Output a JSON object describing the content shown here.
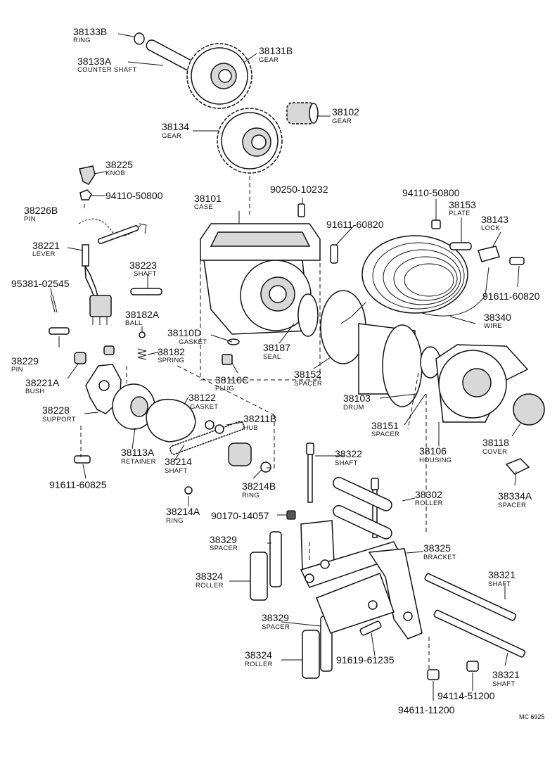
{
  "diagram_code": "MC 6925",
  "parts": [
    {
      "key": "p38133B",
      "number": "38133B",
      "label": "RING"
    },
    {
      "key": "p38133A",
      "number": "38133A",
      "label": "COUNTER SHAFT"
    },
    {
      "key": "p38131B",
      "number": "38131B",
      "label": "GEAR"
    },
    {
      "key": "p38134",
      "number": "38134",
      "label": "GEAR"
    },
    {
      "key": "p38102",
      "number": "38102",
      "label": "GEAR"
    },
    {
      "key": "p38225",
      "number": "38225",
      "label": "KNOB"
    },
    {
      "key": "p94110a",
      "number": "94110-50800",
      "label": ""
    },
    {
      "key": "p38226B",
      "number": "38226B",
      "label": "PIN"
    },
    {
      "key": "p38101",
      "number": "38101",
      "label": "CASE"
    },
    {
      "key": "p90250",
      "number": "90250-10232",
      "label": ""
    },
    {
      "key": "p94110b",
      "number": "94110-50800",
      "label": ""
    },
    {
      "key": "p38153",
      "number": "38153",
      "label": "PLATE"
    },
    {
      "key": "p91611a",
      "number": "91611-60820",
      "label": ""
    },
    {
      "key": "p38143",
      "number": "38143",
      "label": "LOCK"
    },
    {
      "key": "p38221",
      "number": "38221",
      "label": "LEVER"
    },
    {
      "key": "p38223",
      "number": "38223",
      "label": "SHAFT"
    },
    {
      "key": "p91611b",
      "number": "91611-60820",
      "label": ""
    },
    {
      "key": "p95381",
      "number": "95381-02545",
      "label": ""
    },
    {
      "key": "p38182A",
      "number": "38182A",
      "label": "BALL"
    },
    {
      "key": "p38340",
      "number": "38340",
      "label": "WIRE"
    },
    {
      "key": "p38110D",
      "number": "38110D",
      "label": "GASKET"
    },
    {
      "key": "p38229",
      "number": "38229",
      "label": "PIN"
    },
    {
      "key": "p38182",
      "number": "38182",
      "label": "SPRING"
    },
    {
      "key": "p38187",
      "number": "38187",
      "label": "SEAL"
    },
    {
      "key": "p38221A",
      "number": "38221A",
      "label": "BUSH"
    },
    {
      "key": "p38110C",
      "number": "38110C",
      "label": "PLUG"
    },
    {
      "key": "p38152",
      "number": "38152",
      "label": "SPACER"
    },
    {
      "key": "p38122",
      "number": "38122",
      "label": "GASKET"
    },
    {
      "key": "p38103",
      "number": "38103",
      "label": "DRUM"
    },
    {
      "key": "p38228",
      "number": "38228",
      "label": "SUPPORT"
    },
    {
      "key": "p38211B",
      "number": "38211B",
      "label": "HUB"
    },
    {
      "key": "p38151",
      "number": "38151",
      "label": "SPACER"
    },
    {
      "key": "p38118",
      "number": "38118",
      "label": "COVER"
    },
    {
      "key": "p38113A",
      "number": "38113A",
      "label": "RETAINER"
    },
    {
      "key": "p38214",
      "number": "38214",
      "label": "SHAFT"
    },
    {
      "key": "p38106",
      "number": "38106",
      "label": "HOUSING"
    },
    {
      "key": "p38322",
      "number": "38322",
      "label": "SHAFT"
    },
    {
      "key": "p91611c",
      "number": "91611-60825",
      "label": ""
    },
    {
      "key": "p38214B",
      "number": "38214B",
      "label": "RING"
    },
    {
      "key": "p38334A",
      "number": "38334A",
      "label": "SPACER"
    },
    {
      "key": "p38302",
      "number": "38302",
      "label": "ROLLER"
    },
    {
      "key": "p38214A",
      "number": "38214A",
      "label": "RING"
    },
    {
      "key": "p90170",
      "number": "90170-14057",
      "label": ""
    },
    {
      "key": "p38329a",
      "number": "38329",
      "label": "SPACER"
    },
    {
      "key": "p38325",
      "number": "38325",
      "label": "BRACKET"
    },
    {
      "key": "p38324a",
      "number": "38324",
      "label": "ROLLER"
    },
    {
      "key": "p38321a",
      "number": "38321",
      "label": "SHAFT"
    },
    {
      "key": "p38329b",
      "number": "38329",
      "label": "SPACER"
    },
    {
      "key": "p91619",
      "number": "91619-61235",
      "label": ""
    },
    {
      "key": "p38324b",
      "number": "38324",
      "label": "ROLLER"
    },
    {
      "key": "p38321b",
      "number": "38321",
      "label": "SHAFT"
    },
    {
      "key": "p94114",
      "number": "94114-51200",
      "label": ""
    },
    {
      "key": "p94611",
      "number": "94611-11200",
      "label": ""
    }
  ]
}
